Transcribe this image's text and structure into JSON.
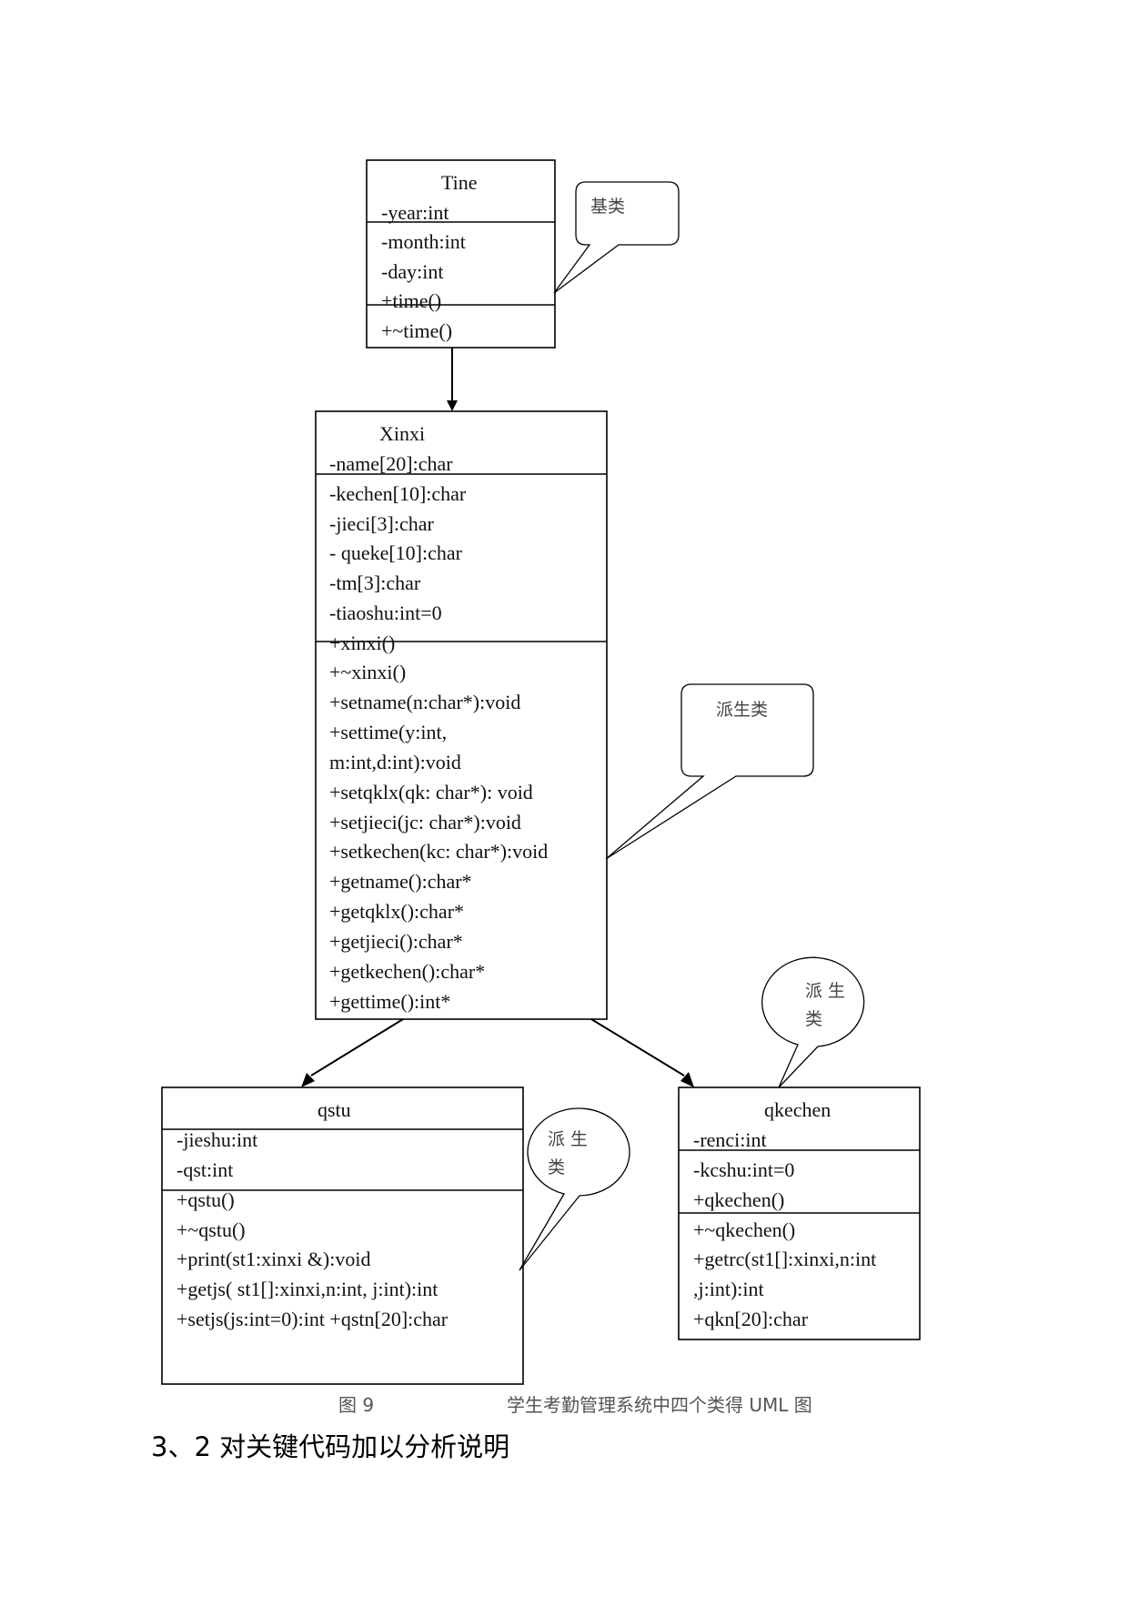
{
  "classes": {
    "tine": {
      "name": "Tine",
      "attributes": [
        "-year:int",
        "-month:int",
        "-day:int"
      ],
      "methods": [
        "+time()",
        "+~time()"
      ]
    },
    "xinxi": {
      "name": "Xinxi",
      "attributes": [
        "-name[20]:char",
        "-kechen[10]:char",
        "-jieci[3]:char",
        "- queke[10]:char",
        "-tm[3]:char",
        "-tiaoshu:int=0"
      ],
      "methods": [
        "+xinxi()",
        "+~xinxi()",
        "+setname(n:char*):void",
        "+settime(y:int,",
        "m:int,d:int):void",
        "+setqklx(qk: char*): void",
        "+setjieci(jc: char*):void",
        "+setkechen(kc: char*):void",
        "+getname():char*",
        "+getqklx():char*",
        "+getjieci():char*",
        "+getkechen():char*",
        "+gettime():int*"
      ]
    },
    "qstu": {
      "name": "qstu",
      "attributes": [
        "-jieshu:int",
        "-qst:int"
      ],
      "methods": [
        "+qstu()",
        "+~qstu()",
        "+print(st1:xinxi &):void",
        "+getjs( st1[]:xinxi,n:int, j:int):int",
        "+setjs(js:int=0):int +qstn[20]:char"
      ]
    },
    "qkechen": {
      "name": "qkechen",
      "attributes": [
        "-renci:int",
        "-kcshu:int=0",
        "+qkechen()"
      ],
      "methods": [
        "+~qkechen()",
        "+getrc(st1[]:xinxi,n:int",
        ",j:int):int",
        "+qkn[20]:char"
      ]
    }
  },
  "callouts": {
    "base": "基类",
    "derived_xinxi": "派生类",
    "derived_qkechen": [
      "派 生",
      "类"
    ],
    "derived_qstu": [
      "派 生",
      "类"
    ]
  },
  "caption": {
    "figure": "图 9",
    "text": "学生考勤管理系统中四个类得 UML 图"
  },
  "section_heading": "3、2 对关键代码加以分析说明"
}
